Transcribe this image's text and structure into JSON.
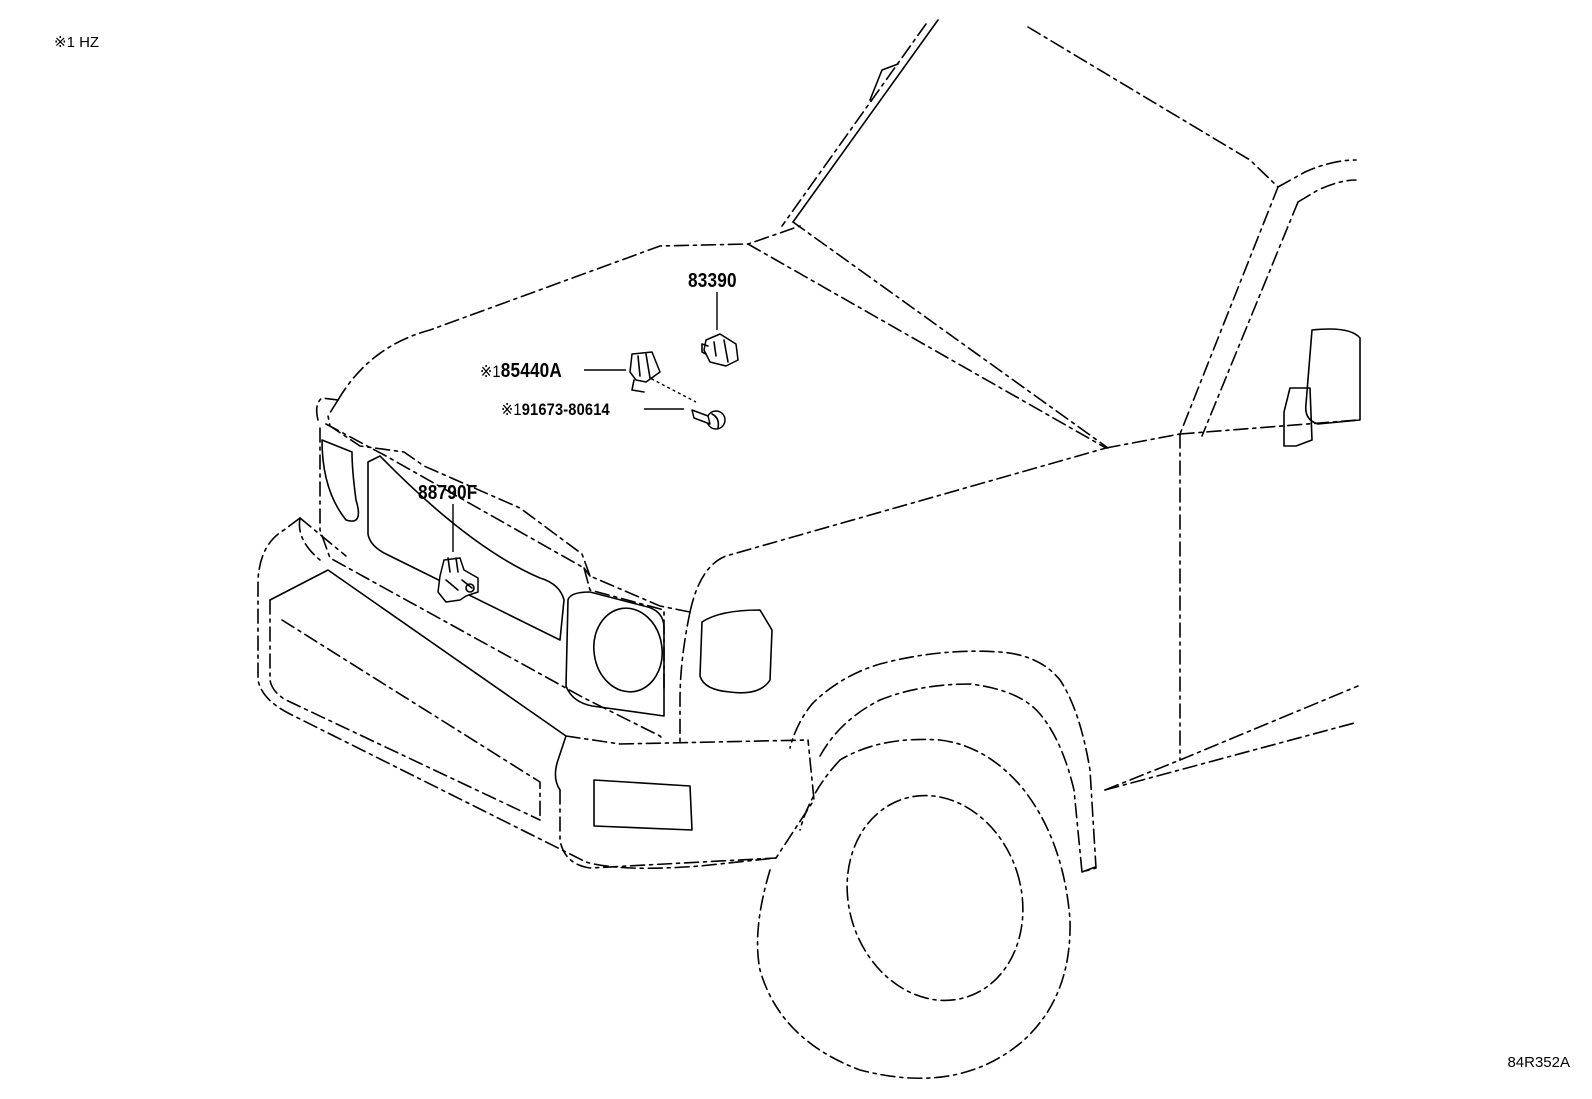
{
  "note": "※1 HZ",
  "diagram_code": "84R352A",
  "callouts": {
    "washer_nozzle": {
      "part_no": "83390"
    },
    "bracket": {
      "mark": "※1",
      "part_no": "85440A"
    },
    "bolt": {
      "mark": "※1",
      "part_no": "91673-80614"
    },
    "sensor": {
      "part_no": "88790F"
    }
  }
}
